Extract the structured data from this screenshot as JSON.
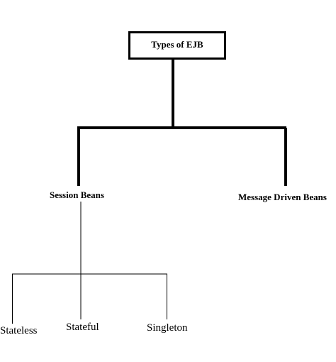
{
  "diagram": {
    "root": {
      "label": "Types of EJB"
    },
    "children": [
      {
        "label": "Session Beans",
        "children": [
          {
            "label": "Stateless"
          },
          {
            "label": "Stateful"
          },
          {
            "label": "Singleton"
          }
        ]
      },
      {
        "label": "Message Driven Beans"
      }
    ],
    "colors": {
      "line": "#000000",
      "background": "#ffffff"
    }
  }
}
